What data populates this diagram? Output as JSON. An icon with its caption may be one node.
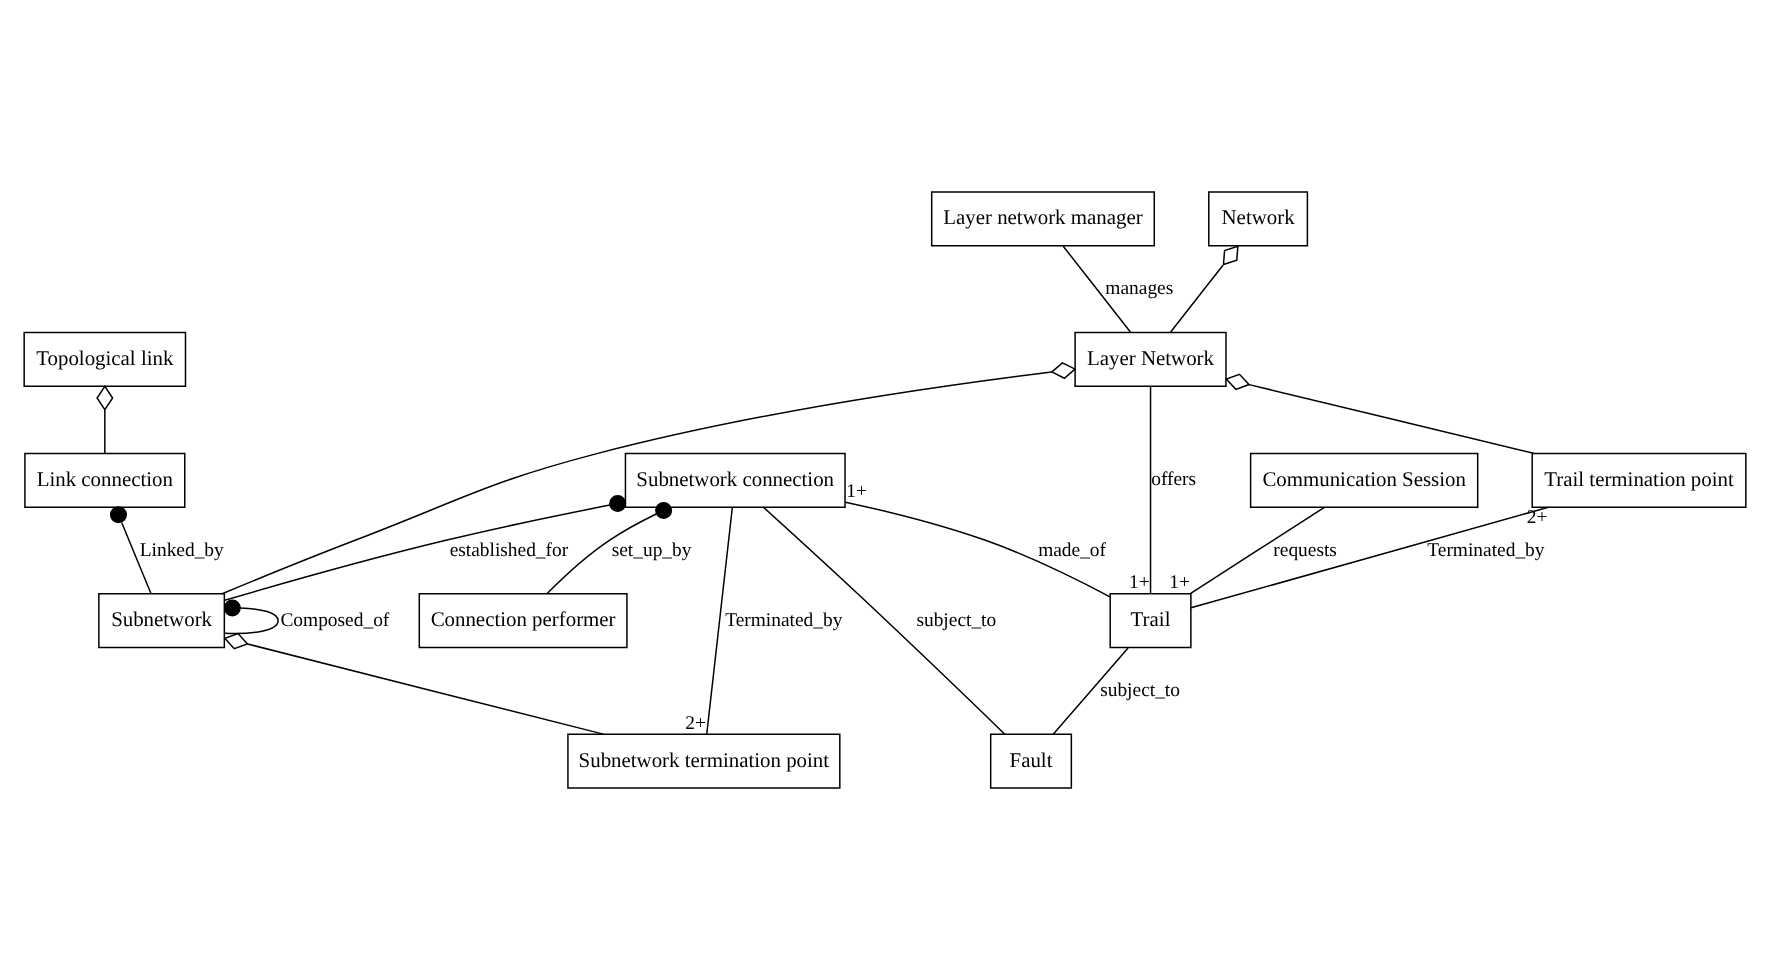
{
  "diagram": {
    "nodes": [
      {
        "text": [
          "Topological link"
        ]
      },
      {
        "text": [
          "Link connection"
        ]
      },
      {
        "text": [
          "Layer network manager"
        ]
      },
      {
        "text": [
          "Network"
        ]
      },
      {
        "text": [
          "Subnetwork"
        ]
      },
      {
        "text": [
          "Layer Network"
        ]
      },
      {
        "text": [
          "Connection performer"
        ]
      },
      {
        "text": [
          "Subnetwork connection"
        ]
      },
      {
        "text": [
          "Subnetwork termination point"
        ]
      },
      {
        "text": [
          "Communication Session"
        ]
      },
      {
        "text": [
          "Trail termination point"
        ]
      },
      {
        "text": [
          "Trail"
        ]
      },
      {
        "text": [
          "Fault"
        ]
      }
    ],
    "edges": [
      {
        "from": 0,
        "to": 1,
        "arrow": "other"
      },
      {
        "from": 1,
        "to": 4,
        "arrow": "other",
        "label": "Linked_by"
      },
      {
        "from": 4,
        "to": 4,
        "arrow": "other",
        "label": "Composed_of"
      },
      {
        "from": 2,
        "to": 5,
        "arrow": "none",
        "label": "manages"
      },
      {
        "from": 3,
        "to": 5,
        "arrow": "other"
      },
      {
        "from": 5,
        "to": 4,
        "arrow": "other"
      },
      {
        "from": 7,
        "to": 6,
        "arrow": "other",
        "label": "set_up_by"
      },
      {
        "from": 7,
        "to": 4,
        "arrow": "other",
        "label": "established_for"
      },
      {
        "from": 4,
        "to": 8,
        "arrow": "other"
      },
      {
        "from": 7,
        "to": 8,
        "arrow": "none",
        "label": "Terminated_by"
      },
      {
        "from": 5,
        "to": 10,
        "arrow": "other"
      },
      {
        "from": 5,
        "to": 11,
        "arrow": "none",
        "label": "offers"
      },
      {
        "from": 10,
        "to": 11,
        "arrow": "none",
        "label": "Terminated_by"
      },
      {
        "from": 9,
        "to": 11,
        "arrow": "none",
        "label": "requests"
      },
      {
        "from": 11,
        "to": 12,
        "arrow": "none",
        "label": "subject_to"
      },
      {
        "from": 7,
        "to": 11,
        "arrow": "none",
        "label": "made_of"
      },
      {
        "from": 7,
        "to": 12,
        "arrow": "none",
        "label": "subject_to"
      }
    ],
    "labels": [
      "2+",
      "1+",
      "1+",
      "1+",
      "2+"
    ]
  }
}
